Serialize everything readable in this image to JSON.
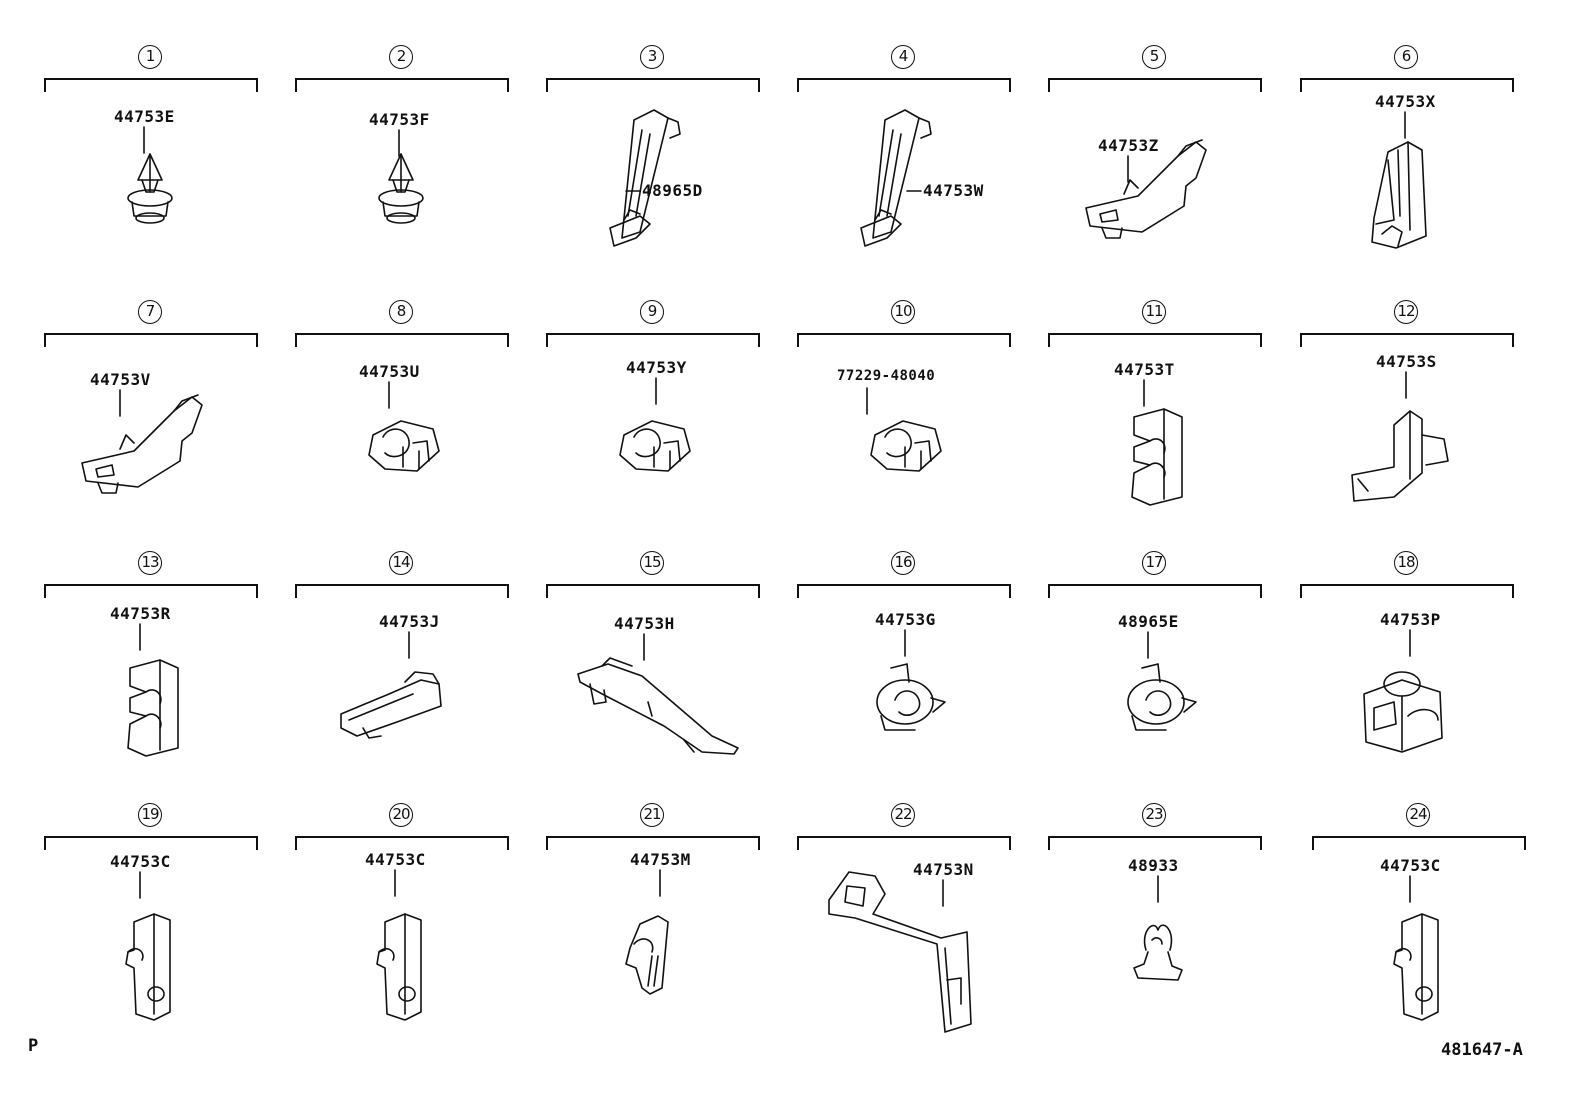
{
  "corner_left": "P",
  "corner_right": "481647-A",
  "items": [
    {
      "index": "1",
      "part": "44753E",
      "icon": "push-rivet-clip-icon"
    },
    {
      "index": "2",
      "part": "44753F",
      "icon": "push-rivet-clip-icon"
    },
    {
      "index": "3",
      "part": "48965D",
      "icon": "long-bracket-clip-icon"
    },
    {
      "index": "4",
      "part": "44753W",
      "icon": "long-bracket-clip-icon"
    },
    {
      "index": "5",
      "part": "44753Z",
      "icon": "angled-bracket-clip-icon"
    },
    {
      "index": "6",
      "part": "44753X",
      "icon": "vertical-clamp-clip-icon"
    },
    {
      "index": "7",
      "part": "44753V",
      "icon": "angled-bracket-clip-icon"
    },
    {
      "index": "8",
      "part": "44753U",
      "icon": "hose-clamp-clip-icon"
    },
    {
      "index": "9",
      "part": "44753Y",
      "icon": "hose-clamp-clip-icon"
    },
    {
      "index": "10",
      "part": "77229-48040",
      "icon": "hose-clamp-clip-icon"
    },
    {
      "index": "11",
      "part": "44753T",
      "icon": "double-tube-clamp-icon"
    },
    {
      "index": "12",
      "part": "44753S",
      "icon": "l-block-clamp-icon"
    },
    {
      "index": "13",
      "part": "44753R",
      "icon": "double-tube-clamp-icon"
    },
    {
      "index": "14",
      "part": "44753J",
      "icon": "flat-strap-clip-icon"
    },
    {
      "index": "15",
      "part": "44753H",
      "icon": "long-strap-clip-icon"
    },
    {
      "index": "16",
      "part": "44753G",
      "icon": "round-hose-clip-icon"
    },
    {
      "index": "17",
      "part": "48965E",
      "icon": "round-hose-clip-icon"
    },
    {
      "index": "18",
      "part": "44753P",
      "icon": "grommet-clamp-icon"
    },
    {
      "index": "19",
      "part": "44753C",
      "icon": "block-clamp-clip-icon"
    },
    {
      "index": "20",
      "part": "44753C",
      "icon": "block-clamp-clip-icon"
    },
    {
      "index": "21",
      "part": "44753M",
      "icon": "slot-clip-icon"
    },
    {
      "index": "22",
      "part": "44753N",
      "icon": "long-l-bracket-icon"
    },
    {
      "index": "23",
      "part": "48933",
      "icon": "spring-clip-icon"
    },
    {
      "index": "24",
      "part": "44753C",
      "icon": "block-clamp-clip-icon"
    }
  ]
}
